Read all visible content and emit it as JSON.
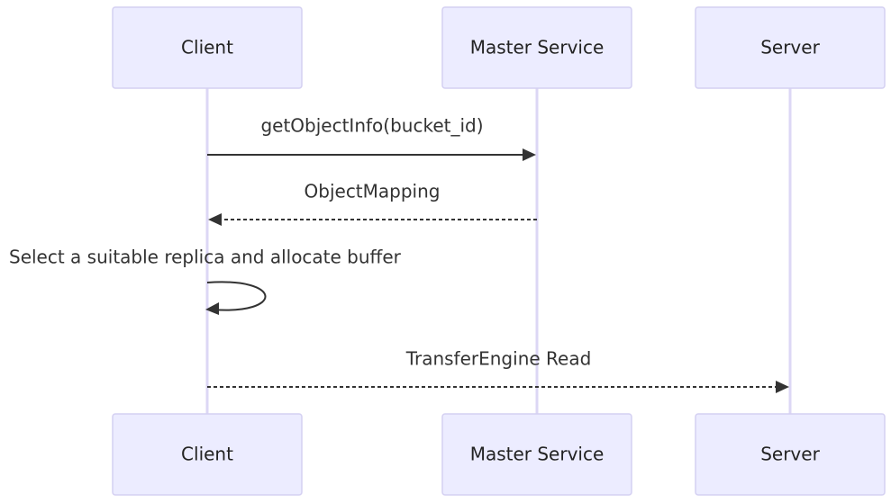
{
  "participants": [
    {
      "id": "client",
      "label": "Client"
    },
    {
      "id": "master",
      "label": "Master Service"
    },
    {
      "id": "server",
      "label": "Server"
    }
  ],
  "messages": [
    {
      "from": "client",
      "to": "master",
      "label": "getObjectInfo(bucket_id)",
      "style": "solid"
    },
    {
      "from": "master",
      "to": "client",
      "label": "ObjectMapping",
      "style": "dashed"
    },
    {
      "from": "client",
      "to": "client",
      "label": "Select a suitable replica and allocate buffer",
      "style": "solid"
    },
    {
      "from": "client",
      "to": "server",
      "label": "TransferEngine Read",
      "style": "dashed"
    }
  ],
  "colors": {
    "actor_fill": "#ECECFF",
    "actor_border": "#D4D0F2",
    "lifeline": "#DCD7F5",
    "arrow": "#333333",
    "text": "#222222"
  }
}
